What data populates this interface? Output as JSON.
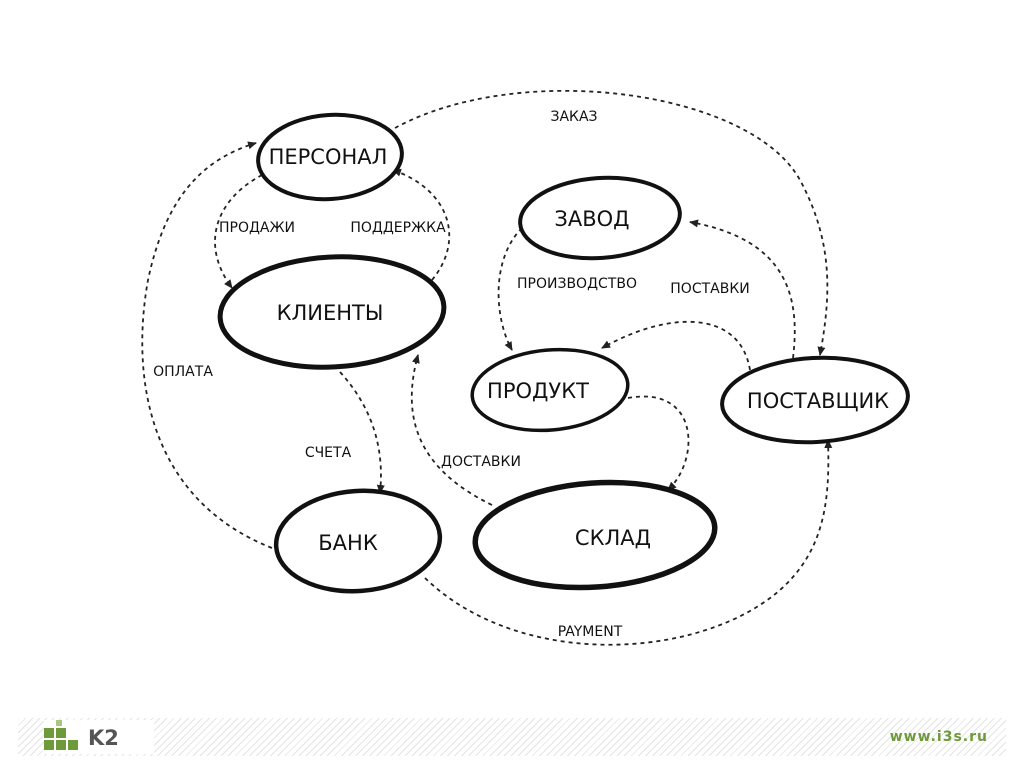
{
  "nodes": {
    "personal": "ПЕРСОНАЛ",
    "clients": "КЛИЕНТЫ",
    "factory": "ЗАВОД",
    "product": "ПРОДУКТ",
    "supplier": "ПОСТАВЩИК",
    "bank": "БАНК",
    "warehouse": "СКЛАД"
  },
  "edges": {
    "order": "ЗАКАЗ",
    "sales": "ПРОДАЖИ",
    "support": "ПОДДЕРЖКА",
    "production": "ПРОИЗВОДСТВО",
    "deliveries_supply": "ПОСТАВКИ",
    "payment_ru": "ОПЛАТА",
    "invoices": "СЧЕТА",
    "deliveries": "ДОСТАВКИ",
    "payment_en": "PAYMENT"
  },
  "footer": {
    "logo_text": "K2",
    "url": "www.i3s.ru"
  },
  "colors": {
    "accent": "#6f9a3a",
    "stroke": "#111111"
  }
}
